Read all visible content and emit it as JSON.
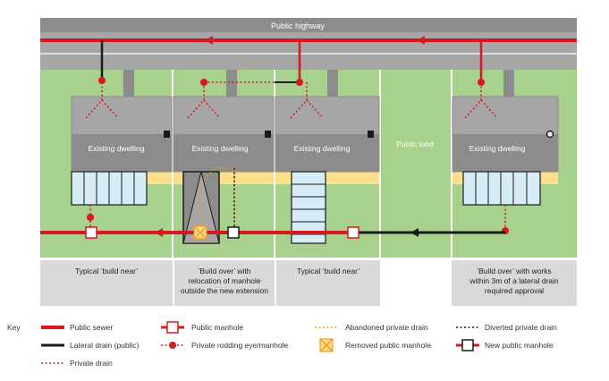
{
  "highway_label": "Public highway",
  "public_land_label": "Public land",
  "dwellings": [
    "Existing dwelling",
    "Existing dwelling",
    "Existing dwelling",
    "Existing dwelling"
  ],
  "captions": [
    {
      "lines": [
        "Typical ‘build near’"
      ]
    },
    {
      "lines": [
        "‘Build over’ with",
        "relocation of manhole",
        "outside the new extension"
      ]
    },
    {
      "lines": [
        "Typical ‘build near’"
      ]
    },
    {
      "lines": [
        "‘Build over’ with works",
        "within 3m of a lateral drain",
        "required approval"
      ]
    }
  ],
  "key": {
    "title": "Key",
    "public_sewer": "Public sewer",
    "lateral_drain": "Lateral drain (public)",
    "private_drain": "Private drain",
    "public_manhole": "Public manhole",
    "rodding_eye": "Private rodding eye/manhole",
    "abandoned_drain": "Abandoned private drain",
    "removed_manhole": "Removed public manhole",
    "diverted_drain": "Diverted private drain",
    "new_manhole": "New public manhole"
  },
  "colors": {
    "sewer_red": "#d7191c",
    "lateral_black": "#1a1a1a",
    "abandoned_orange": "#f59a23",
    "grass": "#a9d18e",
    "house": "#a6a6a6",
    "house_dark": "#8c8c8c",
    "patio": "#ffe08a",
    "extension_blue": "#d6ecf7",
    "road": "#9e9e9e",
    "caption_bg": "#d9d9d9"
  },
  "icons": [
    "left-arrow-icon",
    "manhole-icon",
    "rodding-eye-icon",
    "removed-manhole-icon",
    "new-manhole-icon"
  ]
}
